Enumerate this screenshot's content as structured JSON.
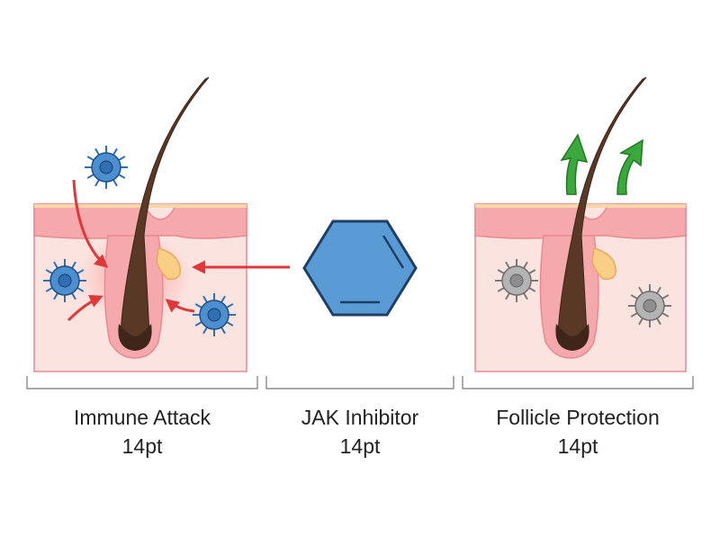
{
  "panels": [
    {
      "label": "Immune Attack",
      "size_note": "14pt"
    },
    {
      "label": "JAK Inhibitor",
      "size_note": "14pt"
    },
    {
      "label": "Follicle Protection",
      "size_note": "14pt"
    }
  ],
  "colors": {
    "skin_top": "#f6a9ad",
    "skin_outline": "#e88a8f",
    "skin_layer": "#fbe3df",
    "epidermis_edge": "#f7d6a8",
    "hair": "#5a3826",
    "hair_dark": "#3e261a",
    "immune_cell": "#4b8fd1",
    "immune_cell_core": "#2f6fb2",
    "inactive_cell": "#b4b4b4",
    "attack_arrow": "#e0383a",
    "growth_arrow": "#3aa83c",
    "inhibitor_fill": "#5b9bd5",
    "inhibitor_stroke": "#1f3f66",
    "sebaceous_gland": "#f9cf86",
    "bracket": "#777777"
  },
  "icons": [
    "immune-cell-icon",
    "inactive-cell-icon",
    "hexagon-molecule-icon",
    "attack-arrow-icon",
    "growth-arrow-icon",
    "hair-follicle-icon"
  ]
}
